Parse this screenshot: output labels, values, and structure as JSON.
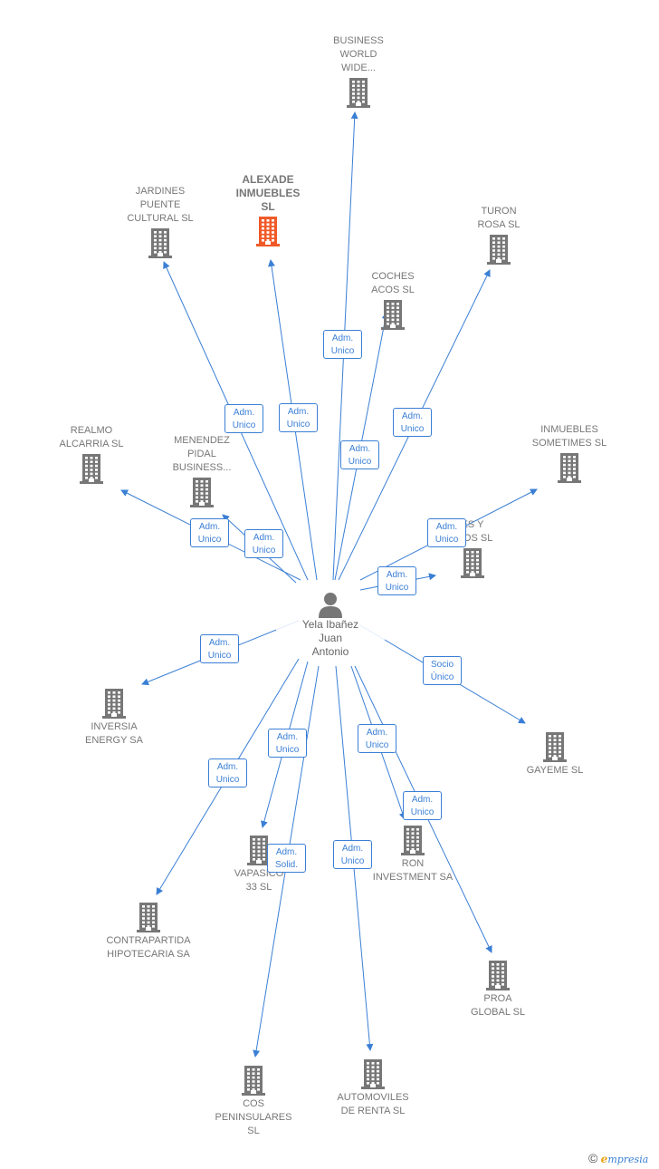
{
  "center": {
    "name": "Yela Ibañez\nJuan\nAntonio",
    "icon": "person-icon"
  },
  "colors": {
    "edge": "#3a7fd5",
    "node": "#777777",
    "highlight": "#f05a28"
  },
  "nodes": [
    {
      "id": "business-world",
      "label": "BUSINESS\nWORLD\nWIDE...",
      "highlight": false
    },
    {
      "id": "alexade",
      "label": "ALEXADE\nINMUEBLES\nSL",
      "highlight": true
    },
    {
      "id": "jardines",
      "label": "JARDINES\nPUENTE\nCULTURAL SL",
      "highlight": false
    },
    {
      "id": "turon",
      "label": "TURON\nROSA SL",
      "highlight": false
    },
    {
      "id": "coches",
      "label": "COCHES\nACOS SL",
      "highlight": false
    },
    {
      "id": "realmo",
      "label": "REALMO\nALCARRIA SL",
      "highlight": false
    },
    {
      "id": "menendez",
      "label": "MENENDEZ\nPIDAL\nBUSINESS...",
      "highlight": false
    },
    {
      "id": "inmuebles-sometimes",
      "label": "INMUEBLES\nSOMETIMES SL",
      "highlight": false
    },
    {
      "id": "es-llos",
      "label": "ES Y\nLLOS SL",
      "highlight": false
    },
    {
      "id": "inversia",
      "label": "INVERSIA\nENERGY SA",
      "highlight": false
    },
    {
      "id": "gayeme",
      "label": "GAYEME SL",
      "highlight": false
    },
    {
      "id": "vapasico",
      "label": "VAPASICO\n33 SL",
      "highlight": false
    },
    {
      "id": "ron",
      "label": "RON\nINVESTMENT SA",
      "highlight": false
    },
    {
      "id": "contrapartida",
      "label": "CONTRAPARTIDA\nHIPOTECARIA SA",
      "highlight": false
    },
    {
      "id": "proa",
      "label": "PROA\nGLOBAL  SL",
      "highlight": false
    },
    {
      "id": "cos",
      "label": "COS\nPENINSULARES\nSL",
      "highlight": false
    },
    {
      "id": "automoviles",
      "label": "AUTOMOVILES\nDE RENTA SL",
      "highlight": false
    }
  ],
  "edges": [
    {
      "to": "business-world",
      "label": "Adm.\nUnico"
    },
    {
      "to": "alexade",
      "label": "Adm.\nUnico"
    },
    {
      "to": "jardines",
      "label": "Adm.\nUnico"
    },
    {
      "to": "turon",
      "label": "Adm.\nUnico"
    },
    {
      "to": "coches",
      "label": "Adm.\nUnico"
    },
    {
      "to": "realmo",
      "label": "Adm.\nUnico"
    },
    {
      "to": "menendez",
      "label": "Adm.\nUnico"
    },
    {
      "to": "inmuebles-sometimes",
      "label": "Adm.\nUnico"
    },
    {
      "to": "es-llos",
      "label": "Adm.\nUnico"
    },
    {
      "to": "inversia",
      "label": "Adm.\nUnico"
    },
    {
      "to": "gayeme",
      "label": "Socio\nÚnico"
    },
    {
      "to": "vapasico",
      "label": "Adm.\nUnico"
    },
    {
      "to": "ron",
      "label": "Adm.\nUnico"
    },
    {
      "to": "contrapartida",
      "label": "Adm.\nUnico"
    },
    {
      "to": "proa",
      "label": "Adm.\nUnico"
    },
    {
      "to": "cos",
      "label": "Adm.\nSolid."
    },
    {
      "to": "automoviles",
      "label": "Adm.\nUnico"
    }
  ],
  "brand": {
    "copyright": "©",
    "logo_initial": "e",
    "logo_rest": "mpresia"
  }
}
